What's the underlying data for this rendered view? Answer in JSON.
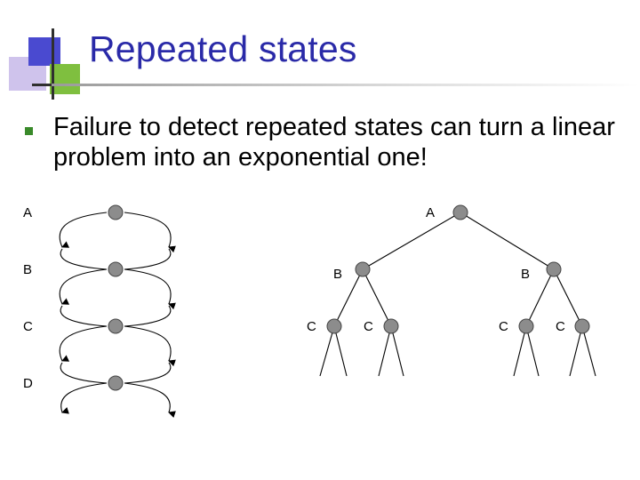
{
  "slide": {
    "title": "Repeated states",
    "bullets": [
      "Failure to detect repeated states can turn a linear problem into an exponential one!"
    ]
  },
  "chain_diagram": {
    "state_labels": [
      "A",
      "B",
      "C",
      "D"
    ]
  },
  "tree_diagram": {
    "root_label": "A",
    "level1_labels": [
      "B",
      "B"
    ],
    "level2_labels": [
      "C",
      "C",
      "C",
      "C"
    ]
  },
  "colors": {
    "title": "#2a2aa8",
    "bullet": "#3a8a2a",
    "node_fill": "#8c8c8c",
    "edge": "#000000"
  }
}
